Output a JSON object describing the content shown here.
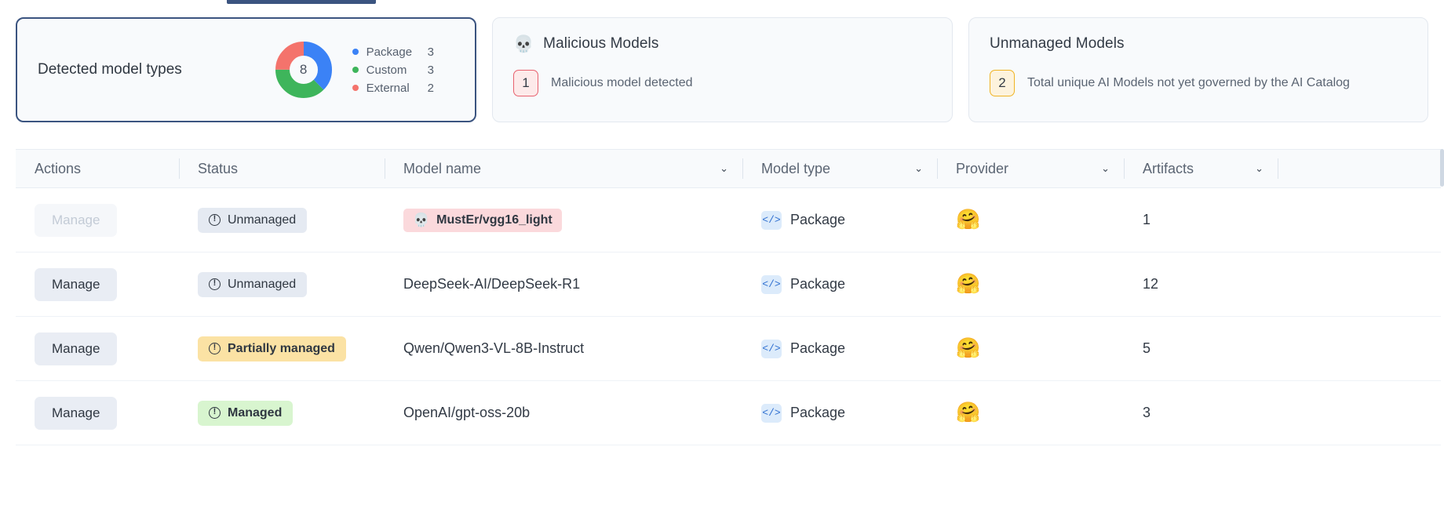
{
  "tab_indicator": {
    "name": "active-tab-underline",
    "color": "#3b5480"
  },
  "cards": {
    "detected": {
      "title": "Detected model types",
      "total": "8",
      "legend": [
        {
          "label": "Package",
          "value": "3",
          "color": "#3b82f6"
        },
        {
          "label": "Custom",
          "value": "3",
          "color": "#3eb55b"
        },
        {
          "label": "External",
          "value": "2",
          "color": "#f4736c"
        }
      ]
    },
    "malicious": {
      "icon": "skull-icon",
      "title": "Malicious Models",
      "count": "1",
      "description": "Malicious model detected",
      "accent": "#e8616e"
    },
    "unmanaged": {
      "title": "Unmanaged Models",
      "count": "2",
      "description": "Total unique AI Models not yet governed by the AI Catalog",
      "accent": "#f0b323"
    }
  },
  "chart_data": {
    "type": "pie",
    "title": "Detected model types",
    "categories": [
      "Package",
      "Custom",
      "External"
    ],
    "values": [
      3,
      3,
      2
    ],
    "colors": [
      "#3b82f6",
      "#3eb55b",
      "#f4736c"
    ],
    "total": 8,
    "donut": true,
    "center_label": "8",
    "legend_position": "right"
  },
  "table": {
    "columns": [
      {
        "key": "actions",
        "label": "Actions",
        "sortable": false
      },
      {
        "key": "status",
        "label": "Status",
        "sortable": false
      },
      {
        "key": "name",
        "label": "Model name",
        "sortable": true
      },
      {
        "key": "type",
        "label": "Model type",
        "sortable": true
      },
      {
        "key": "provider",
        "label": "Provider",
        "sortable": true
      },
      {
        "key": "artifacts",
        "label": "Artifacts",
        "sortable": true
      }
    ],
    "caret": "⌄",
    "rows": [
      {
        "action_label": "Manage",
        "action_disabled": true,
        "status": "Unmanaged",
        "status_kind": "unmanaged",
        "name": "MustEr/vgg16_light",
        "malicious": true,
        "type": "Package",
        "provider_icon": "hugging-face-icon",
        "provider_emoji": "🤗",
        "artifacts": "1"
      },
      {
        "action_label": "Manage",
        "action_disabled": false,
        "status": "Unmanaged",
        "status_kind": "unmanaged",
        "name": "DeepSeek-AI/DeepSeek-R1",
        "malicious": false,
        "type": "Package",
        "provider_icon": "hugging-face-icon",
        "provider_emoji": "🤗",
        "artifacts": "12"
      },
      {
        "action_label": "Manage",
        "action_disabled": false,
        "status": "Partially managed",
        "status_kind": "partial",
        "name": "Qwen/Qwen3-VL-8B-Instruct",
        "malicious": false,
        "type": "Package",
        "provider_icon": "hugging-face-icon",
        "provider_emoji": "🤗",
        "artifacts": "5"
      },
      {
        "action_label": "Manage",
        "action_disabled": false,
        "status": "Managed",
        "status_kind": "managed",
        "name": "OpenAI/gpt-oss-20b",
        "malicious": false,
        "type": "Package",
        "provider_icon": "hugging-face-icon",
        "provider_emoji": "🤗",
        "artifacts": "3"
      }
    ]
  }
}
